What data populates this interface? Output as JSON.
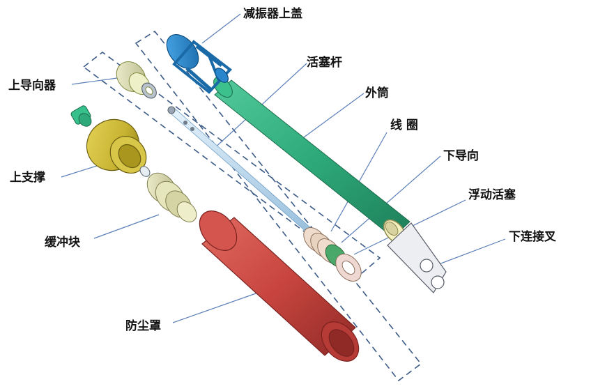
{
  "labels": {
    "top_cover": "减振器上盖",
    "piston_rod": "活塞杆",
    "outer_tube": "外筒",
    "coil": "线 圈",
    "lower_guide": "下导向",
    "floating_piston": "浮动活塞",
    "lower_fork": "下连接叉",
    "upper_guide": "上导向器",
    "upper_support": "上支撑",
    "buffer_block": "缓冲块",
    "dust_cover": "防尘罩"
  },
  "colors": {
    "leader": "#5b7fb8",
    "dash_frame": "#3b5a86",
    "top_cover": "#2a86cc",
    "outer_tube": "#2eaa7a",
    "dust_cover": "#c8453f",
    "upper_support": "#c8b431",
    "buffer_block": "#dcdcac",
    "piston_rod": "#bcd9ef",
    "fork": "#e8e8ec",
    "coil": "#e8d2c0"
  }
}
